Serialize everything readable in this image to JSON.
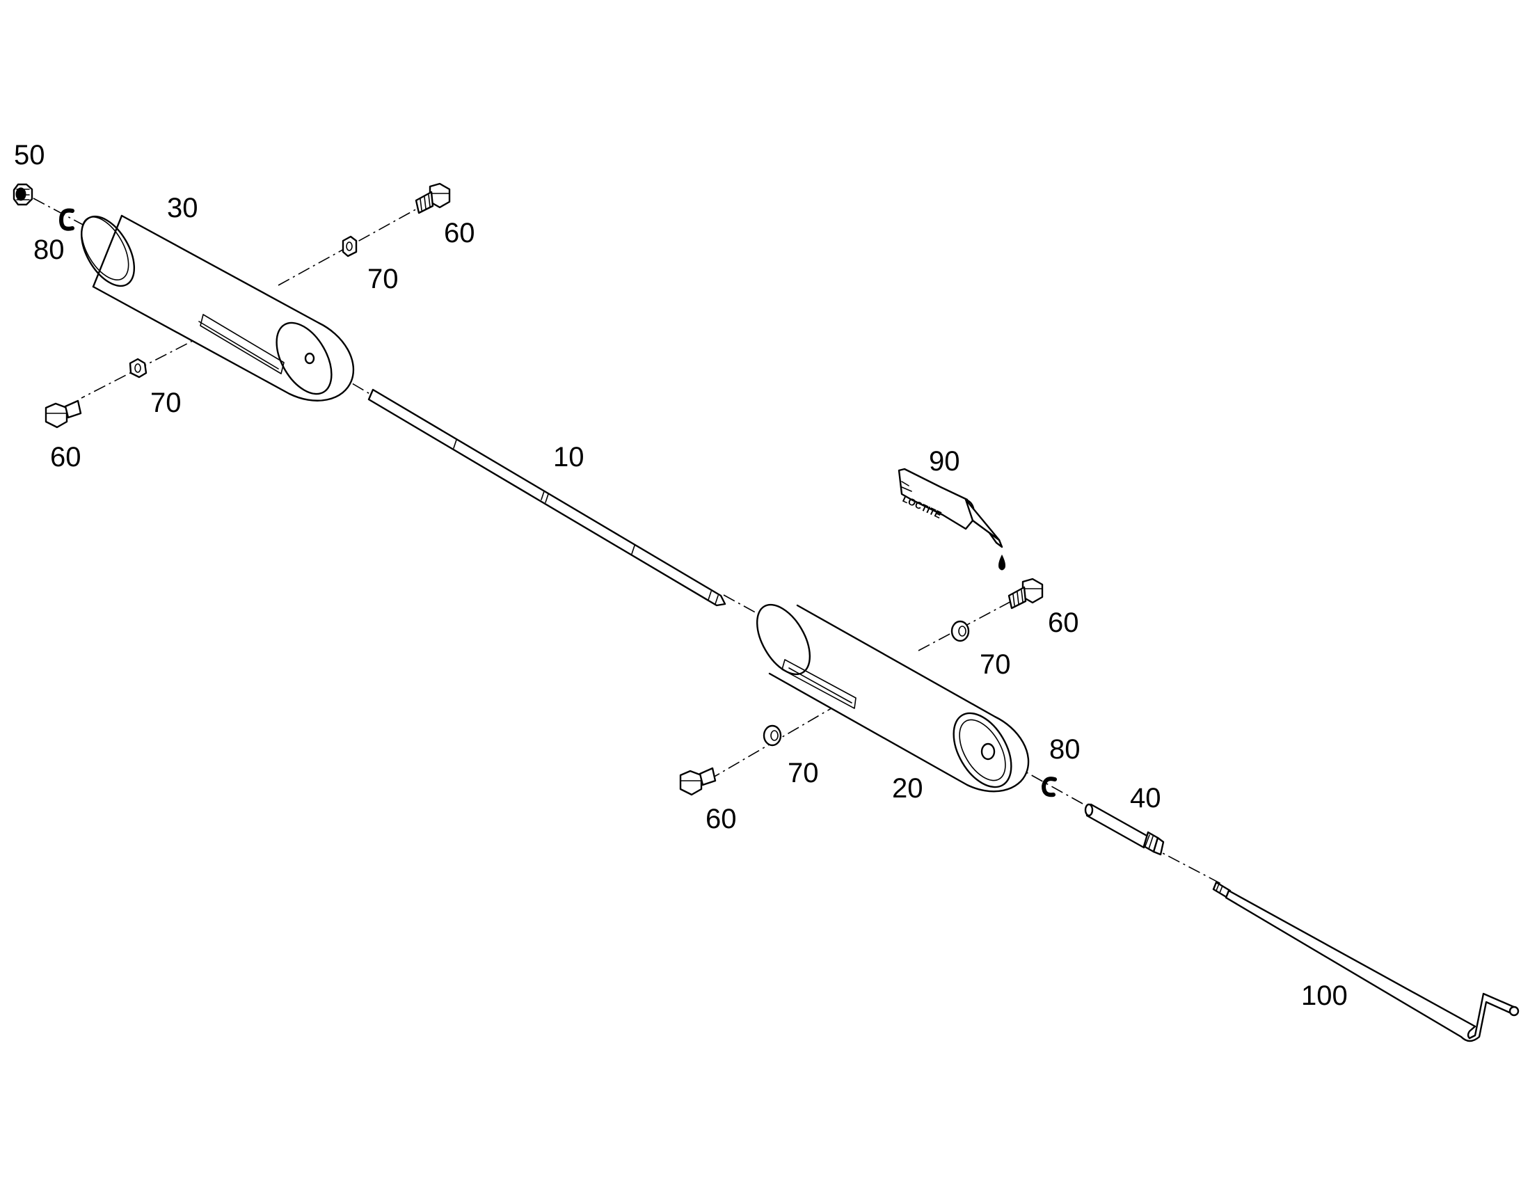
{
  "diagram": {
    "tube_label": "LOCTITE",
    "callouts": [
      {
        "id": "c50",
        "text": "50"
      },
      {
        "id": "c80a",
        "text": "80"
      },
      {
        "id": "c30",
        "text": "30"
      },
      {
        "id": "c60a",
        "text": "60"
      },
      {
        "id": "c70a",
        "text": "70"
      },
      {
        "id": "c70b",
        "text": "70"
      },
      {
        "id": "c60b",
        "text": "60"
      },
      {
        "id": "c10",
        "text": "10"
      },
      {
        "id": "c90",
        "text": "90"
      },
      {
        "id": "c60c",
        "text": "60"
      },
      {
        "id": "c70c",
        "text": "70"
      },
      {
        "id": "c80b",
        "text": "80"
      },
      {
        "id": "c70d",
        "text": "70"
      },
      {
        "id": "c20",
        "text": "20"
      },
      {
        "id": "c40",
        "text": "40"
      },
      {
        "id": "c60d",
        "text": "60"
      },
      {
        "id": "c100",
        "text": "100"
      }
    ]
  }
}
